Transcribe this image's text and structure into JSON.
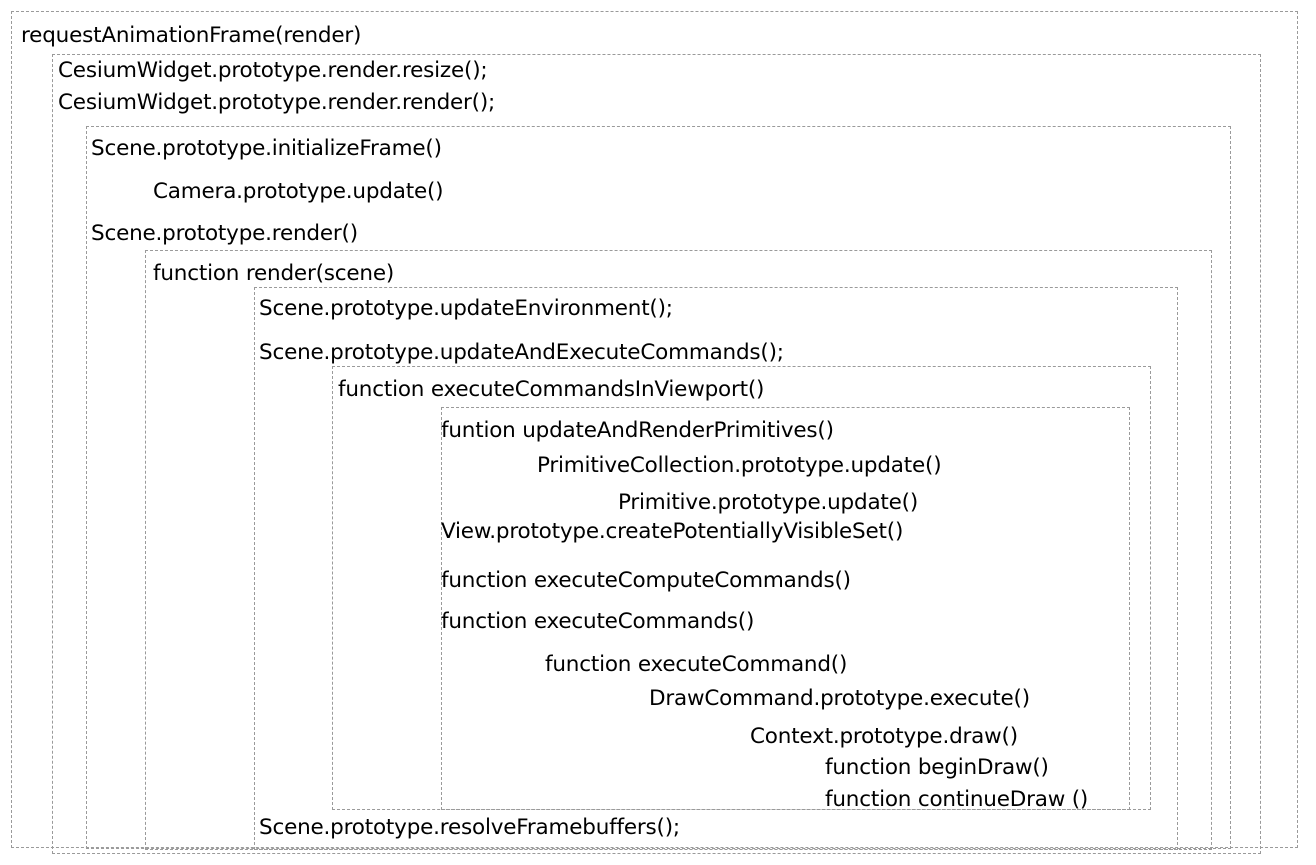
{
  "lines": {
    "request_animation_frame": "requestAnimationFrame(render)",
    "widget_resize": "CesiumWidget.prototype.render.resize();",
    "widget_render": "CesiumWidget.prototype.render.render();",
    "scene_initialize_frame": "Scene.prototype.initializeFrame()",
    "camera_update": "Camera.prototype.update()",
    "scene_render": "Scene.prototype.render()",
    "function_render": "function render(scene)",
    "update_environment": "Scene.prototype.updateEnvironment();",
    "update_and_execute": "Scene.prototype.updateAndExecuteCommands();",
    "execute_in_viewport": "function executeCommandsInViewport()",
    "update_and_render_primitives": "funtion updateAndRenderPrimitives()",
    "primitive_collection_update": "PrimitiveCollection.prototype.update()",
    "primitive_update": "Primitive.prototype.update()",
    "create_pvs": "View.prototype.createPotentiallyVisibleSet()",
    "execute_compute": "function executeComputeCommands()",
    "execute_commands": "function executeCommands()",
    "execute_command": "function executeCommand()",
    "draw_command_execute": "DrawCommand.prototype.execute()",
    "context_draw": "Context.prototype.draw()",
    "begin_draw": "function beginDraw()",
    "continue_draw": "function continueDraw ()",
    "resolve_framebuffers": "Scene.prototype.resolveFramebuffers();"
  }
}
